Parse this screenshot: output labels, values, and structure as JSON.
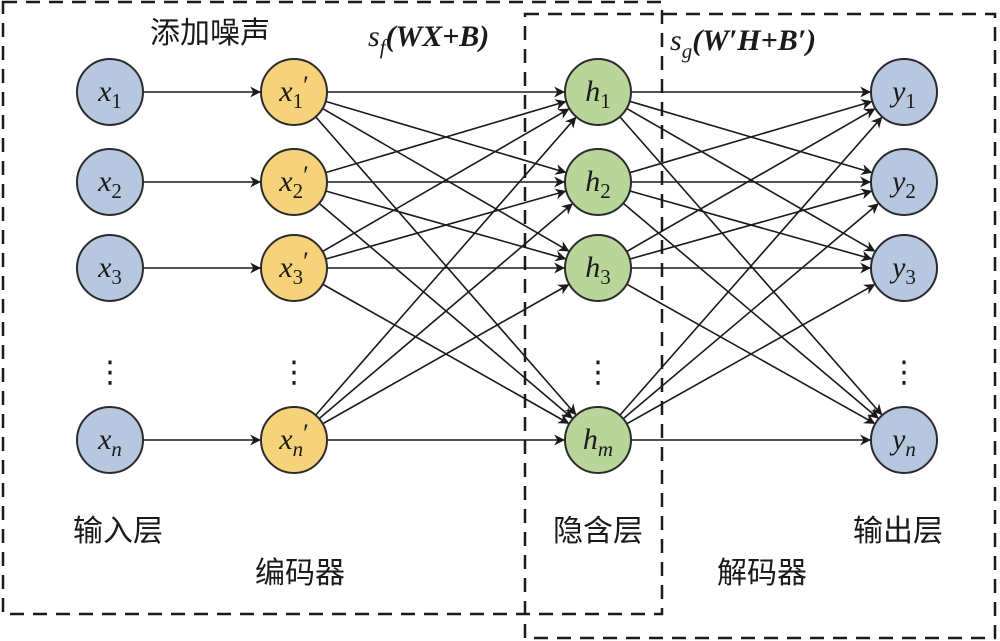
{
  "labels": {
    "add_noise": "添加噪声",
    "input_layer": "输入层",
    "encoder": "编码器",
    "hidden_layer": "隐含层",
    "decoder": "解码器",
    "output_layer": "输出层"
  },
  "formulas": {
    "encoder_fn": "s",
    "encoder_fn_sub": "f",
    "encoder_args": "(WX+B)",
    "decoder_fn": "s",
    "decoder_fn_sub": "g",
    "decoder_args": "(W′H+B′)"
  },
  "nodes": {
    "input": [
      {
        "base": "x",
        "sub": "1",
        "prime": ""
      },
      {
        "base": "x",
        "sub": "2",
        "prime": ""
      },
      {
        "base": "x",
        "sub": "3",
        "prime": ""
      },
      {
        "base": "x",
        "sub": "n",
        "prime": ""
      }
    ],
    "noisy": [
      {
        "base": "x",
        "sub": "1",
        "prime": "′"
      },
      {
        "base": "x",
        "sub": "2",
        "prime": "′"
      },
      {
        "base": "x",
        "sub": "3",
        "prime": "′"
      },
      {
        "base": "x",
        "sub": "n",
        "prime": "′"
      }
    ],
    "hidden": [
      {
        "base": "h",
        "sub": "1",
        "prime": ""
      },
      {
        "base": "h",
        "sub": "2",
        "prime": ""
      },
      {
        "base": "h",
        "sub": "3",
        "prime": ""
      },
      {
        "base": "h",
        "sub": "m",
        "prime": ""
      }
    ],
    "output": [
      {
        "base": "y",
        "sub": "1",
        "prime": ""
      },
      {
        "base": "y",
        "sub": "2",
        "prime": ""
      },
      {
        "base": "y",
        "sub": "3",
        "prime": ""
      },
      {
        "base": "y",
        "sub": "n",
        "prime": ""
      }
    ]
  },
  "ellipsis": "⋮",
  "colors": {
    "input_fill": "#b7c7e0",
    "noisy_fill": "#f6d27a",
    "hidden_fill": "#b9d59a",
    "output_fill": "#b7c7e0",
    "stroke": "#2b2b2b"
  }
}
